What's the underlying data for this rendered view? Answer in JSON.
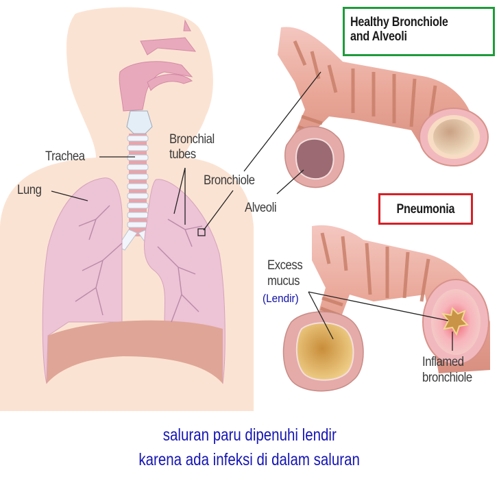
{
  "diagram": {
    "subject": "Respiratory system: healthy bronchiole vs pneumonia",
    "panels": {
      "healthy": {
        "title": "Healthy Bronchiole and Alveoli",
        "title_line1": "Healthy Bronchiole",
        "title_line2": "and Alveoli",
        "border_color": "#1e9b3a"
      },
      "pneumonia": {
        "title": "Pneumonia",
        "border_color": "#d81f26"
      }
    },
    "labels": {
      "trachea": "Trachea",
      "lung": "Lung",
      "bronchial_tubes_line1": "Bronchial",
      "bronchial_tubes_line2": "tubes",
      "bronchiole": "Bronchiole",
      "alveoli": "Alveoli",
      "excess_mucus_line1": "Excess",
      "excess_mucus_line2": "mucus",
      "lendir": "(Lendir)",
      "inflamed_line1": "Inflamed",
      "inflamed_line2": "bronchiole"
    },
    "caption": {
      "line1": "saluran paru dipenuhi lendir",
      "line2": "karena ada infeksi di dalam saluran",
      "color": "#1414b4"
    },
    "colors": {
      "skin": "#fbe3d3",
      "lung": "#edc3d6",
      "tissue": "#e8a99b",
      "band": "#c9806a",
      "mucus": "#d9a858"
    }
  }
}
